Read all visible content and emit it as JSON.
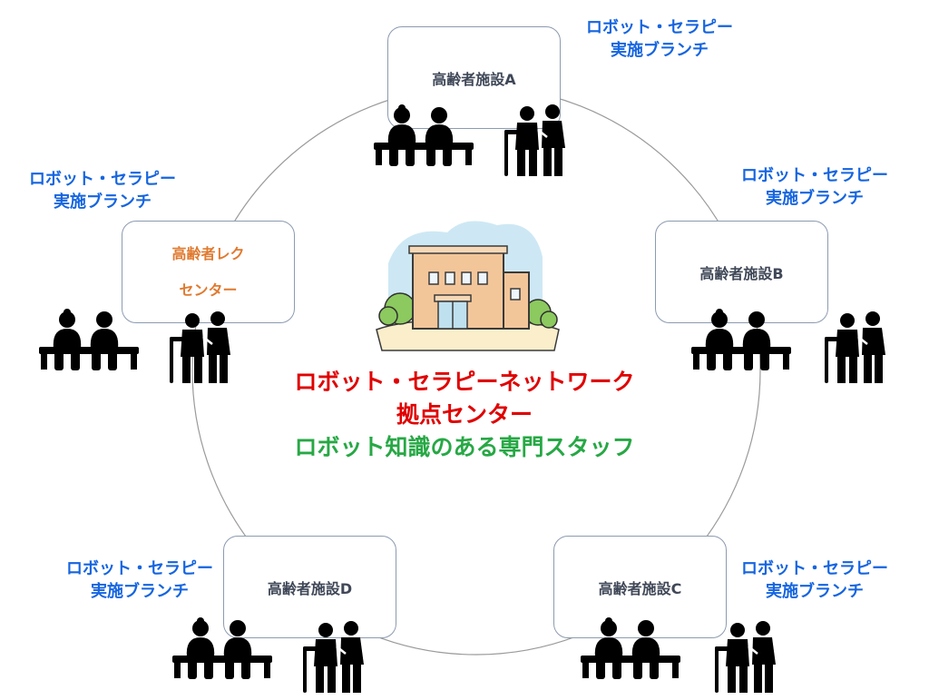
{
  "branch_label": {
    "line1": "ロボット・セラピー",
    "line2": "実施ブランチ"
  },
  "nodes": {
    "a": "高齢者施設A",
    "b": "高齢者施設B",
    "c": "高齢者施設C",
    "d": "高齢者施設D",
    "rec_line1": "高齢者レク",
    "rec_line2": "センター"
  },
  "center": {
    "line1": "ロボット・セラピーネットワーク",
    "line2": "拠点センター",
    "line3": "ロボット知識のある専門スタッフ"
  },
  "colors": {
    "branch_text": "#1565e0",
    "center_red": "#e00000",
    "center_green": "#27a845",
    "rec_text": "#e07a30",
    "node_border": "#8c9bb0"
  }
}
